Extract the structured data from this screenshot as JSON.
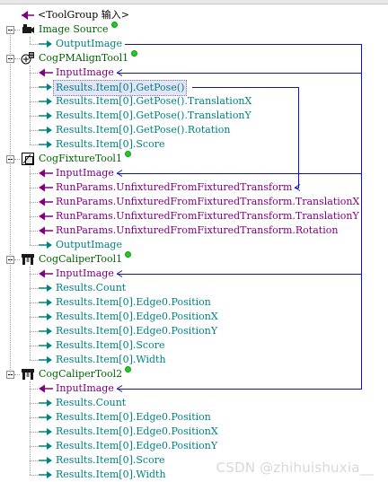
{
  "root": {
    "label": "<ToolGroup 输入>"
  },
  "tools": [
    {
      "label": "Image Source",
      "icon": "camera-icon",
      "status": "ok",
      "terminals": [
        {
          "dir": "out",
          "label": "OutputImage"
        }
      ]
    },
    {
      "label": "CogPMAlignTool1",
      "icon": "pmalign-tool-icon",
      "status": "ok",
      "terminals": [
        {
          "dir": "in",
          "label": "InputImage"
        },
        {
          "dir": "out",
          "label": "Results.Item[0].GetPose()"
        },
        {
          "dir": "out",
          "label": "Results.Item[0].GetPose().TranslationX"
        },
        {
          "dir": "out",
          "label": "Results.Item[0].GetPose().TranslationY"
        },
        {
          "dir": "out",
          "label": "Results.Item[0].GetPose().Rotation"
        },
        {
          "dir": "out",
          "label": "Results.Item[0].Score"
        }
      ]
    },
    {
      "label": "CogFixtureTool1",
      "icon": "fixture-tool-icon",
      "status": "ok",
      "terminals": [
        {
          "dir": "in",
          "label": "InputImage"
        },
        {
          "dir": "in",
          "label": "RunParams.UnfixturedFromFixturedTransform"
        },
        {
          "dir": "in",
          "label": "RunParams.UnfixturedFromFixturedTransform.TranslationX"
        },
        {
          "dir": "in",
          "label": "RunParams.UnfixturedFromFixturedTransform.TranslationY"
        },
        {
          "dir": "in",
          "label": "RunParams.UnfixturedFromFixturedTransform.Rotation"
        },
        {
          "dir": "out",
          "label": "OutputImage"
        }
      ]
    },
    {
      "label": "CogCaliperTool1",
      "icon": "caliper-tool-icon",
      "status": "ok",
      "terminals": [
        {
          "dir": "in",
          "label": "InputImage"
        },
        {
          "dir": "out",
          "label": "Results.Count"
        },
        {
          "dir": "out",
          "label": "Results.Item[0].Edge0.Position"
        },
        {
          "dir": "out",
          "label": "Results.Item[0].Edge0.PositionX"
        },
        {
          "dir": "out",
          "label": "Results.Item[0].Edge0.PositionY"
        },
        {
          "dir": "out",
          "label": "Results.Item[0].Score"
        },
        {
          "dir": "out",
          "label": "Results.Item[0].Width"
        }
      ]
    },
    {
      "label": "CogCaliperTool2",
      "icon": "caliper-tool-icon",
      "status": "ok",
      "terminals": [
        {
          "dir": "in",
          "label": "InputImage"
        },
        {
          "dir": "out",
          "label": "Results.Count"
        },
        {
          "dir": "out",
          "label": "Results.Item[0].Edge0.Position"
        },
        {
          "dir": "out",
          "label": "Results.Item[0].Edge0.PositionX"
        },
        {
          "dir": "out",
          "label": "Results.Item[0].Edge0.PositionY"
        },
        {
          "dir": "out",
          "label": "Results.Item[0].Score"
        },
        {
          "dir": "out",
          "label": "Results.Item[0].Width"
        }
      ]
    }
  ],
  "links": [
    {
      "from": "tools.0.terminals.0",
      "to": [
        "tools.1.terminals.0",
        "tools.2.terminals.0",
        "tools.3.terminals.0",
        "tools.4.terminals.0"
      ]
    },
    {
      "from": "tools.1.terminals.1",
      "to": [
        "tools.2.terminals.1"
      ]
    }
  ],
  "colors": {
    "tool_label": "#006400",
    "output_terminal": "#008080",
    "input_terminal": "#800080",
    "link_line": "#1010c8",
    "status_ok": "#22cc22"
  },
  "watermark": "CSDN @zhihuishuxia__"
}
